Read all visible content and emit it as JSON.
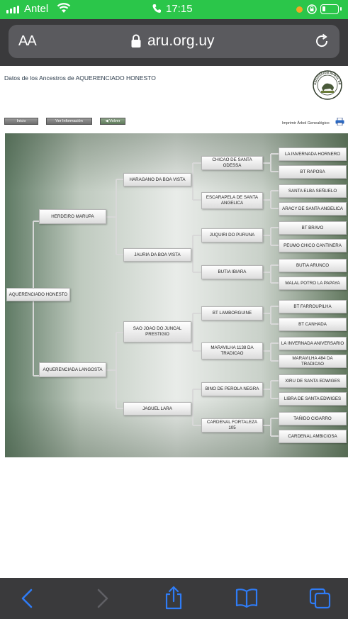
{
  "status_bar": {
    "carrier": "Antel",
    "time": "17:15"
  },
  "browser": {
    "text_size_label": "AA",
    "url": "aru.org.uy"
  },
  "page": {
    "title": "Datos de los Ancestros de AQUERENCIADO HONESTO",
    "buttons": {
      "inicio": "Inicio",
      "ver_informacion": "Ver Información",
      "volver": "Volver"
    },
    "print_label": "Imprimir Árbol Genealógico",
    "logo_text": "ASOCIACIÓN RURAL DEL URUGUAY"
  },
  "pedigree": {
    "subject": "AQUERENCIADO HONESTO",
    "sire": "HERDEIRO MARUPA",
    "dam": "AQUERENCIADA LANGOSTA",
    "grandparents": [
      "HARAGANO DA BOA VISTA",
      "JAURIA DA BOA VISTA",
      "SAO JOAO DO JUNCAL PRESTIGIO",
      "JAGUEL LARA"
    ],
    "great_grandparents": [
      "CHICAO DE SANTA ODESSA",
      "ESCARAPELA DE SANTA ANGELICA",
      "JUQUIRI DO PURUNA",
      "BUTIA IBIARA",
      "BT LAMBORGUINE",
      "MARAVILHA 1138 DA TRADICAO",
      "BINO DE PEROLA NEGRA",
      "CARDENAL FORTALEZA 105"
    ],
    "great_great_grandparents": [
      "LA INVERNADA HORNERO",
      "BT RAPOSA",
      "SANTA ELBA SEÑUELO",
      "ARACY DE SANTA ANGELICA",
      "BT BRAVO",
      "PEUMO CHICO CANTINERA",
      "BUTIA ARUNCO",
      "MALAL POTRO LA PAPAYA",
      "BT FARROUPILHA",
      "BT CANHADA",
      "LA INVERNADA ANIVERSARIO",
      "MARAVILHA 484 DA TRADICAO",
      "XIRU DE SANTA EDWIGES",
      "LIBRA DE SANTA EDWIGES",
      "TAÑIDO CIGARRO",
      "CARDENAL AMBICIOSA"
    ]
  },
  "icons": {
    "signal": "signal-bars-icon",
    "wifi": "wifi-icon",
    "phone": "phone-icon",
    "battery": "battery-icon",
    "lock": "lock-icon",
    "reload": "reload-icon",
    "back": "back-icon",
    "forward": "forward-icon",
    "share": "share-icon",
    "bookmarks": "book-icon",
    "tabs": "tabs-icon",
    "print": "printer-icon"
  },
  "colors": {
    "status_bar": "#2bc64a",
    "browser_chrome": "#3a3a3c",
    "toolbar_icon": "#2f7cf6"
  }
}
